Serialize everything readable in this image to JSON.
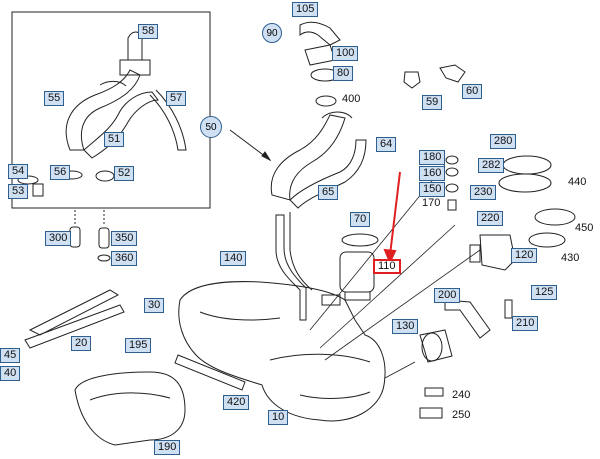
{
  "callouts": {
    "c58": "58",
    "c105": "105",
    "c90": "90",
    "c100": "100",
    "c80": "80",
    "c400": "400",
    "c59": "59",
    "c60": "60",
    "c55": "55",
    "c57": "57",
    "c51": "51",
    "c50": "50",
    "c64": "64",
    "c280": "280",
    "c180": "180",
    "c282": "282",
    "c160": "160",
    "c440": "440",
    "c150": "150",
    "c230": "230",
    "c170": "170",
    "c54": "54",
    "c56": "56",
    "c52": "52",
    "c53": "53",
    "c65": "65",
    "c70": "70",
    "c220": "220",
    "c450": "450",
    "c300": "300",
    "c350": "350",
    "c360": "360",
    "c140": "140",
    "c110": "110",
    "c120": "120",
    "c430": "430",
    "c30": "30",
    "c200": "200",
    "c125": "125",
    "c210": "210",
    "c130": "130",
    "c20": "20",
    "c195": "195",
    "c45": "45",
    "c40": "40",
    "c240": "240",
    "c250": "250",
    "c420": "420",
    "c10": "10",
    "c190": "190"
  },
  "colors": {
    "callout_fill": "#cfe0f3",
    "callout_border": "#2f5f8f",
    "highlight": "#e02020"
  }
}
